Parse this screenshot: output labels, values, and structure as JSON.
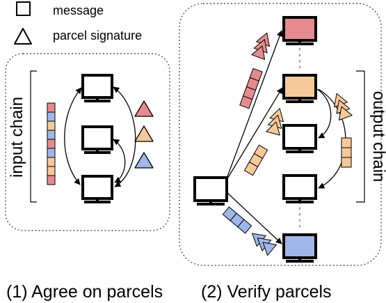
{
  "legend": {
    "message_label": "message",
    "signature_label": "parcel signature"
  },
  "left_panel": {
    "chain_label": "input chain",
    "caption": "(1) Agree on parcels"
  },
  "right_panel": {
    "chain_label": "output chain",
    "caption": "(2) Verify parcels"
  },
  "colors": {
    "red": "#e58b8f",
    "orange": "#f7c99a",
    "blue": "#9fb7e8",
    "white": "#ffffff",
    "stroke": "#000000",
    "dotted_border": "#555555"
  },
  "input_chain_blocks": [
    "red",
    "blue",
    "orange",
    "blue",
    "red",
    "blue",
    "orange",
    "orange",
    "red"
  ],
  "icons": {
    "computer": "computer-icon",
    "message": "message-square-icon",
    "signature": "signature-triangle-icon"
  }
}
